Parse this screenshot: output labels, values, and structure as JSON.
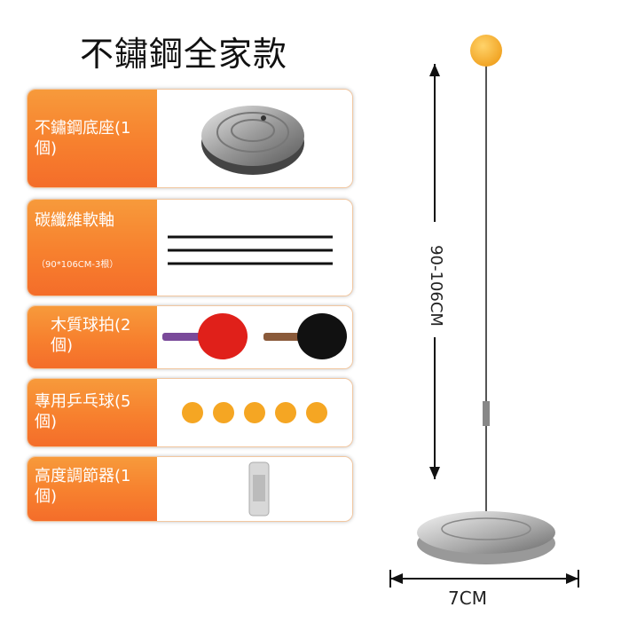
{
  "title": "不鏽鋼全家款",
  "items": [
    {
      "label": "不鏽鋼底座(1個)",
      "sub": ""
    },
    {
      "label": "碳纖維軟軸",
      "sub": "（90*106CM-3根）"
    },
    {
      "label": "木質球拍(2個)",
      "sub": ""
    },
    {
      "label": "專用乒乓球(5個)",
      "sub": ""
    },
    {
      "label": "高度調節器(1個)",
      "sub": ""
    }
  ],
  "dimensions": {
    "height": "90-106CM",
    "width": "7CM"
  },
  "colors": {
    "accent": "#f7802e",
    "ball": "#f5a623",
    "paddle_red": "#e0201a",
    "paddle_black": "#111111"
  }
}
